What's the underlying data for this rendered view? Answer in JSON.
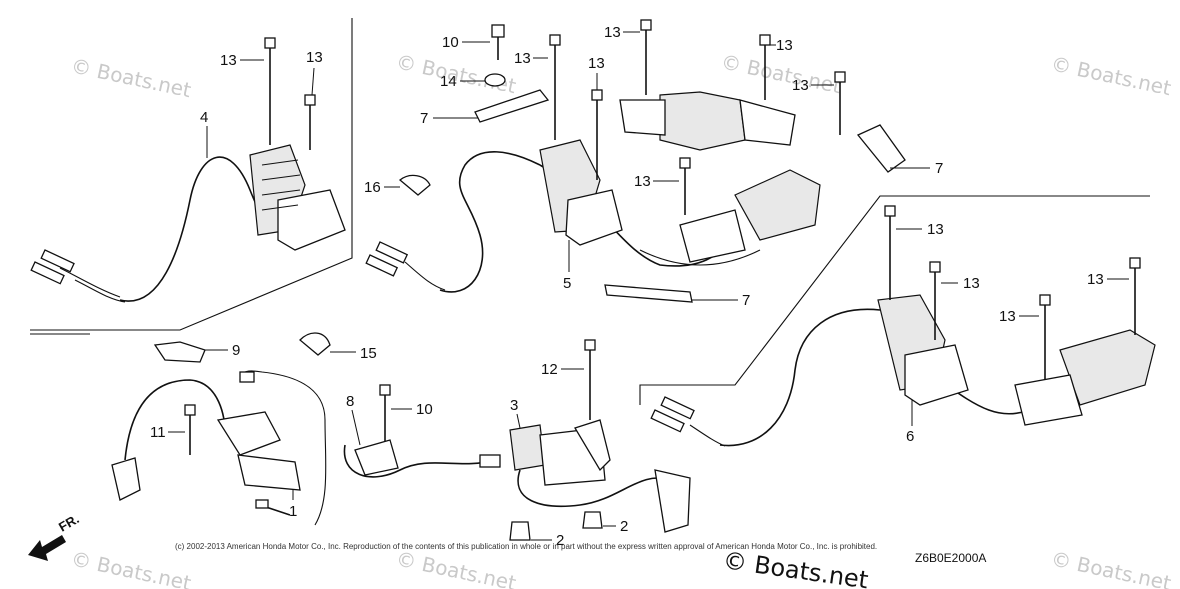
{
  "callouts": {
    "c1": "1",
    "c2a": "2",
    "c2b": "2",
    "c3": "3",
    "c4": "4",
    "c5": "5",
    "c6": "6",
    "c7a": "7",
    "c7b": "7",
    "c7c": "7",
    "c8": "8",
    "c9": "9",
    "c10a": "10",
    "c10b": "10",
    "c11": "11",
    "c12": "12",
    "c13a": "13",
    "c13b": "13",
    "c13c": "13",
    "c13d": "13",
    "c13e": "13",
    "c13f": "13",
    "c13g": "13",
    "c13h": "13",
    "c13i": "13",
    "c13j": "13",
    "c13k": "13",
    "c13l": "13",
    "c14": "14",
    "c15": "15",
    "c16": "16"
  },
  "watermark": "© Boats.net",
  "copyright": "(c) 2002-2013 American Honda Motor Co., Inc. Reproduction of the contents of this publication in whole or in part without the express written approval of American Honda Motor Co., Inc. is prohibited.",
  "diagram_code": "Z6B0E2000A",
  "front_label": "FR."
}
